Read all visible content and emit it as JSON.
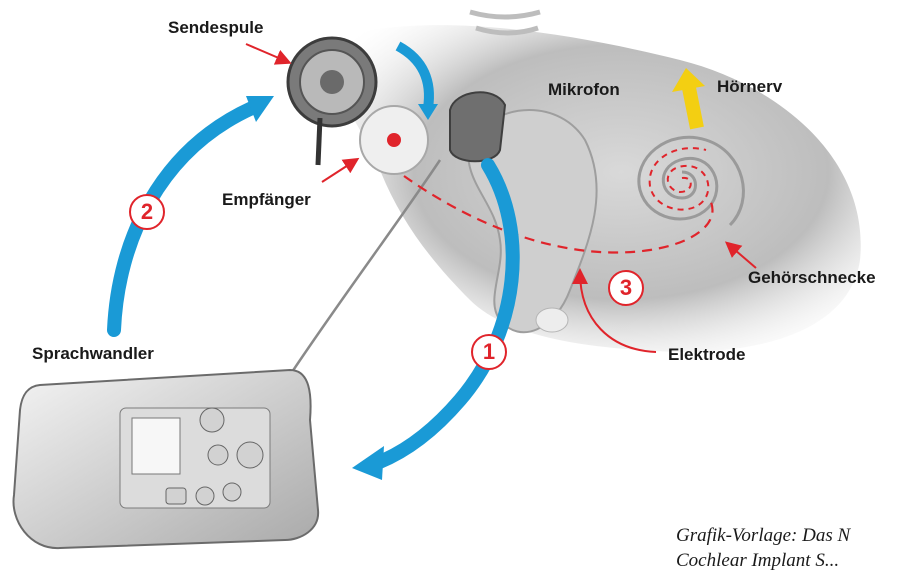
{
  "labels": {
    "sendespule": "Sendespule",
    "mikrofon": "Mikrofon",
    "hoernerv": "Hörnerv",
    "empfaenger": "Empfänger",
    "gehoerschnecke": "Gehörschnecke",
    "sprachwandler": "Sprachwandler",
    "elektrode": "Elektrode"
  },
  "steps": [
    "1",
    "2",
    "3"
  ],
  "credit": {
    "line1": "Grafik-Vorlage: Das N",
    "line2": "Cochlear Implant S..."
  },
  "colors": {
    "arrow_blue": "#1a9ad6",
    "marker_red": "#e0242b",
    "nerve_yellow": "#f3cf12"
  }
}
